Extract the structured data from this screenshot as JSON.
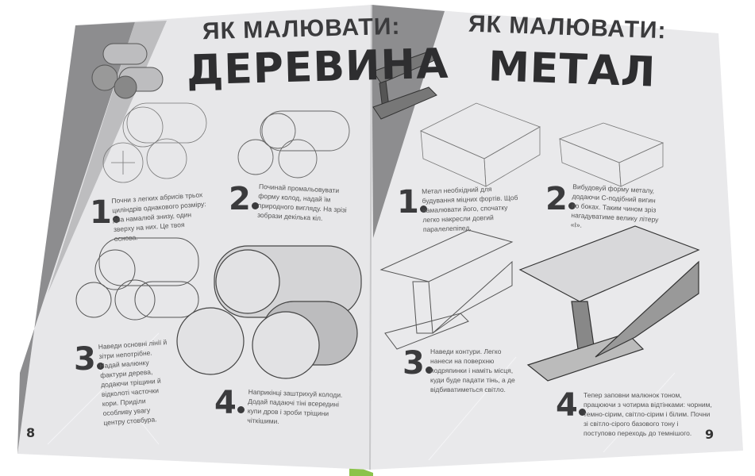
{
  "left_page": {
    "heading_small": "ЯК МАЛЮВАТИ:",
    "heading_big": "ДЕРЕВИНА",
    "steps": [
      {
        "number": "1",
        "text": "Почни з легких абрисів трьох циліндрів однакового розміру: два намалюй знизу, один зверху на них. Це твоя основа."
      },
      {
        "number": "2",
        "text": "Починай промальовувати форму колод, надай їм природного вигляду. На зрізі зобрази декілька кіл."
      },
      {
        "number": "3",
        "text": "Наведи основні лінії й зітри непотрібне. Надай малюнку фактури дерева, додаючи тріщини й відколоті часточки кори. Приділи особливу увагу центру стовбура."
      },
      {
        "number": "4",
        "text": "Наприкінці заштрихуй колоди. Додай падаючі тіні всередині купи дров і зроби тріщини чіткішими."
      }
    ],
    "page_number": "8"
  },
  "right_page": {
    "heading_small": "ЯК МАЛЮВАТИ:",
    "heading_big": "МЕТАЛ",
    "steps": [
      {
        "number": "1",
        "text": "Метал необхідний для будування міцних фортів. Щоб намалювати його, спочатку легко накресли довгий паралелепіпед."
      },
      {
        "number": "2",
        "text": "Вибудовуй форму металу, додаючи С-подібний вигин по боках. Таким чином зріз нагадуватиме велику літеру «I»."
      },
      {
        "number": "3",
        "text": "Наведи контури. Легко нанеси на поверхню подряпинки і наміть місця, куди буде падати тінь, а де відбиватиметься світло."
      },
      {
        "number": "4",
        "text": "Тепер заповни малюнок тоном, працюючи з чотирма відтінками: чорним, темно-сірим, світло-сірим і білим. Почни зі світло-сірого базового тону і поступово переходь до темнішого."
      }
    ],
    "page_number": "9"
  },
  "colors": {
    "page": "#e6e6e8",
    "accent_gray": "#8a8a8c",
    "text": "#3a3a3c",
    "spine_green": "#8bc34a"
  }
}
